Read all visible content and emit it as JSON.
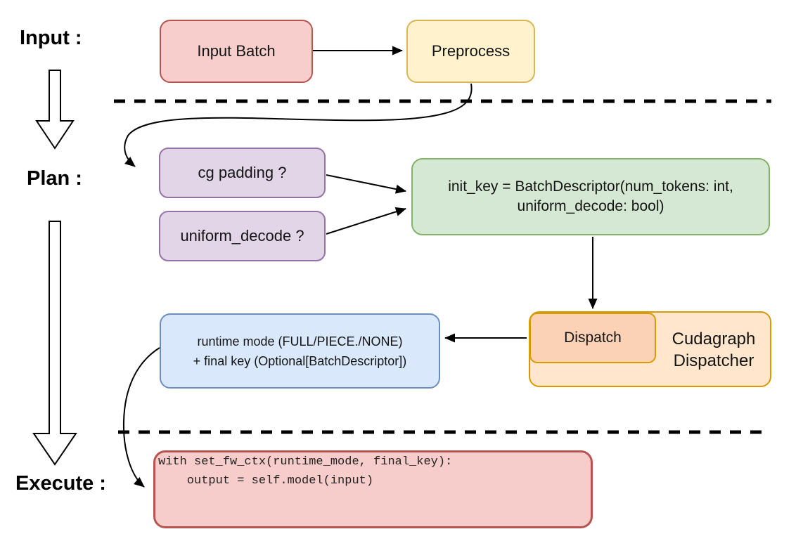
{
  "phases": {
    "input_label": "Input :",
    "plan_label": "Plan :",
    "execute_label": "Execute :"
  },
  "nodes": {
    "input_batch": "Input Batch",
    "preprocess": "Preprocess",
    "cg_padding": "cg padding ?",
    "uniform_decode": "uniform_decode ?",
    "init_key_line1": "init_key = BatchDescriptor(num_tokens: int,",
    "init_key_line2": "uniform_decode: bool)",
    "dispatch": "Dispatch",
    "dispatcher_line1": "Cudagraph",
    "dispatcher_line2": "Dispatcher",
    "runtime_line1": "runtime mode (FULL/PIECE./NONE)",
    "runtime_line2": "+ final key (Optional[BatchDescriptor])",
    "code_line1": "with set_fw_ctx(runtime_mode, final_key):",
    "code_line2": "    output = self.model(input)"
  },
  "colors": {
    "pink-fill": "#f8cecc",
    "pink-stroke": "#b85450",
    "yellow-fill": "#fff2cc",
    "yellow-stroke": "#d6b656",
    "purple-fill": "#e1d5e7",
    "purple-stroke": "#9673a6",
    "green-fill": "#d5e8d4",
    "green-stroke": "#82b366",
    "blue-fill": "#dae8fc",
    "blue-stroke": "#6c8ebf",
    "orange-fill": "#ffe6cc",
    "orange-stroke": "#d79b00",
    "peach-fill": "#fbd2b5",
    "code-fill": "#f6cdca"
  }
}
